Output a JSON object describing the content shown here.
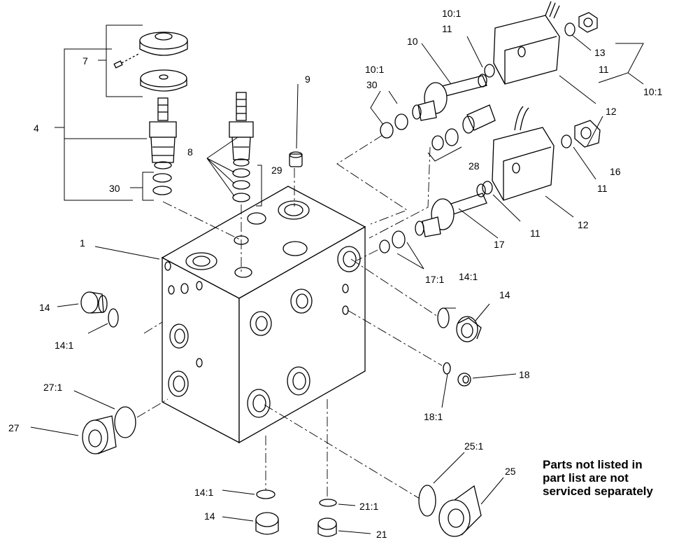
{
  "diagram": {
    "labels": [
      {
        "id": "c1",
        "text": "10:1"
      },
      {
        "id": "c2",
        "text": "11"
      },
      {
        "id": "c3",
        "text": "10"
      },
      {
        "id": "c4",
        "text": "13"
      },
      {
        "id": "c5",
        "text": "11"
      },
      {
        "id": "c6",
        "text": "10:1"
      },
      {
        "id": "c7",
        "text": "12"
      },
      {
        "id": "c8",
        "text": "7"
      },
      {
        "id": "c9",
        "text": "4"
      },
      {
        "id": "c10",
        "text": "9"
      },
      {
        "id": "c11",
        "text": "10:1"
      },
      {
        "id": "c12",
        "text": "30"
      },
      {
        "id": "c13",
        "text": "8"
      },
      {
        "id": "c14",
        "text": "29"
      },
      {
        "id": "c15",
        "text": "28"
      },
      {
        "id": "c16",
        "text": "16"
      },
      {
        "id": "c17",
        "text": "11"
      },
      {
        "id": "c18",
        "text": "30"
      },
      {
        "id": "c19",
        "text": "12"
      },
      {
        "id": "c20",
        "text": "11"
      },
      {
        "id": "c21",
        "text": "17"
      },
      {
        "id": "c22",
        "text": "1"
      },
      {
        "id": "c23",
        "text": "17:1"
      },
      {
        "id": "c24",
        "text": "14:1"
      },
      {
        "id": "c25",
        "text": "14"
      },
      {
        "id": "c26",
        "text": "14"
      },
      {
        "id": "c27",
        "text": "14:1"
      },
      {
        "id": "c28",
        "text": "18"
      },
      {
        "id": "c29",
        "text": "27:1"
      },
      {
        "id": "c30",
        "text": "18:1"
      },
      {
        "id": "c31",
        "text": "27"
      },
      {
        "id": "c32",
        "text": "25:1"
      },
      {
        "id": "c33",
        "text": "25"
      },
      {
        "id": "c34",
        "text": "14:1"
      },
      {
        "id": "c35",
        "text": "21:1"
      },
      {
        "id": "c36",
        "text": "14"
      },
      {
        "id": "c37",
        "text": "21"
      }
    ],
    "note": {
      "line1": "Parts not listed in",
      "line2": "part list are not",
      "line3": "serviced separately"
    }
  }
}
